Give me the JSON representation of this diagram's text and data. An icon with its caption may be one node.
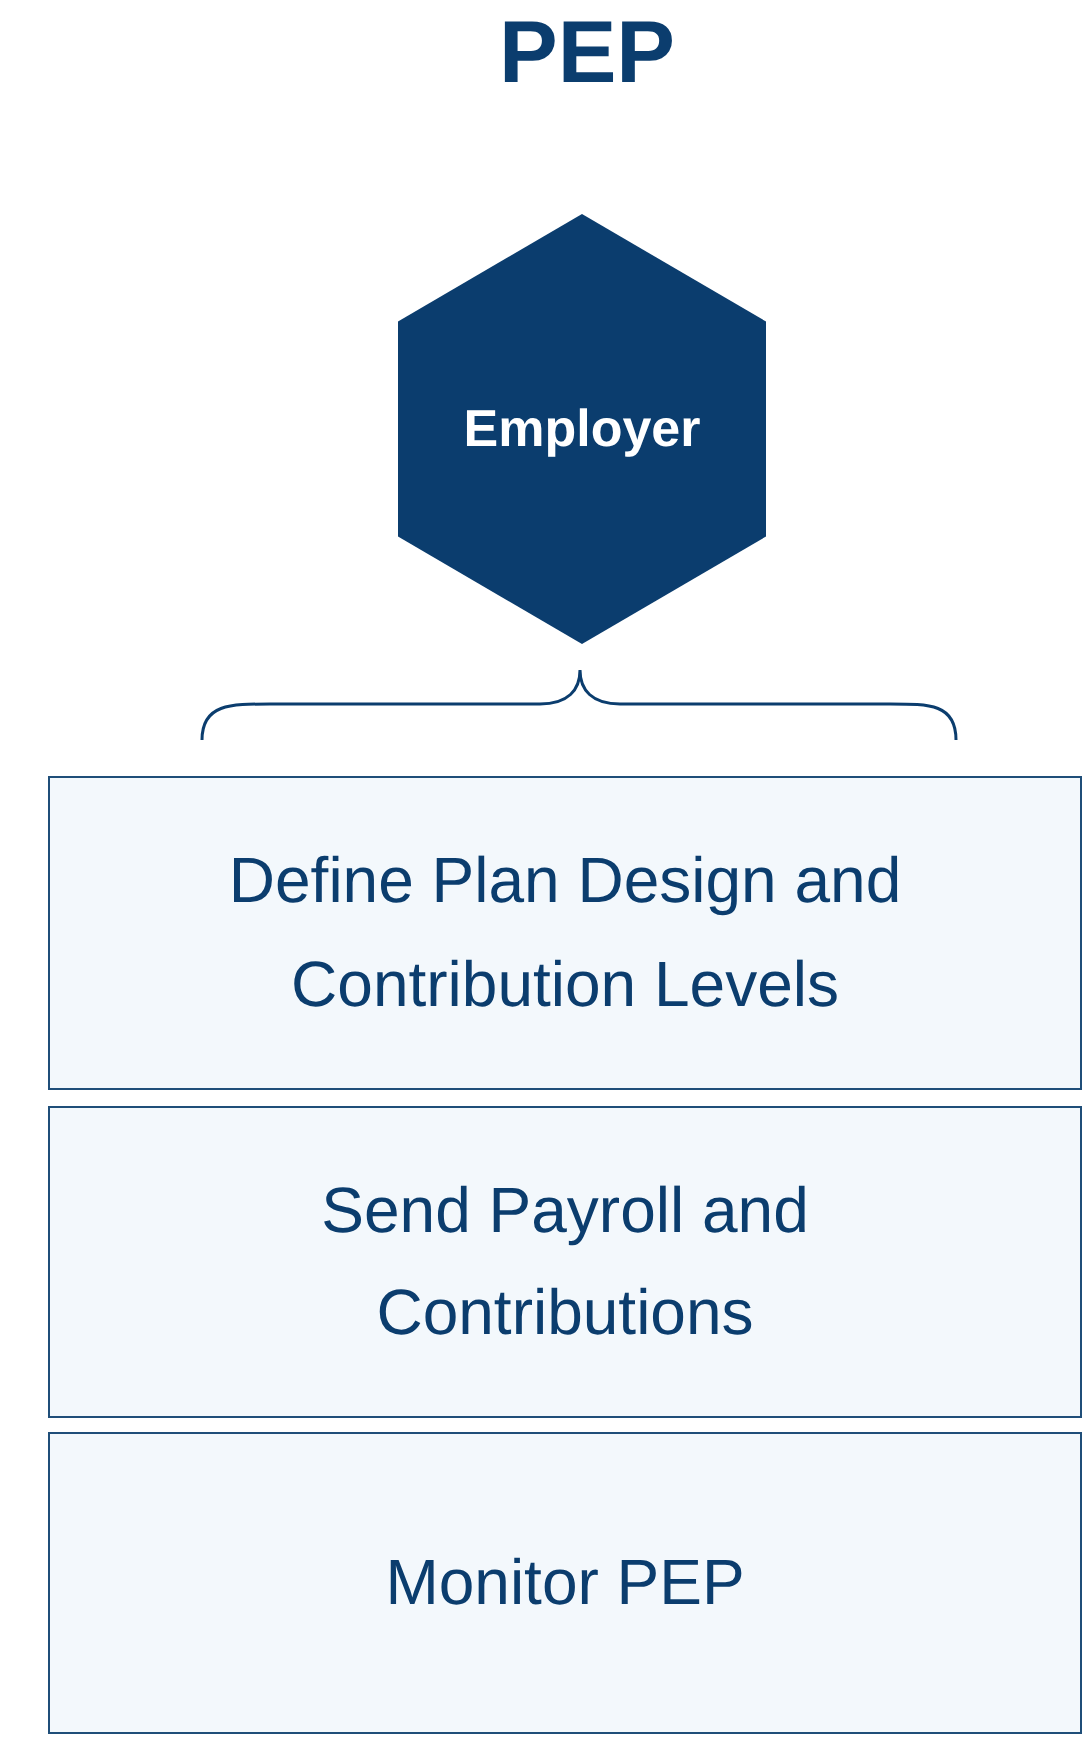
{
  "diagram": {
    "title": "PEP",
    "nodes": [
      {
        "text": [
          "Employer"
        ]
      },
      {
        "text": [
          "Define Plan Design and Contribution Levels"
        ]
      },
      {
        "text": [
          "Send Payroll and Contributions"
        ]
      },
      {
        "text": [
          "Monitor PEP"
        ]
      }
    ]
  }
}
